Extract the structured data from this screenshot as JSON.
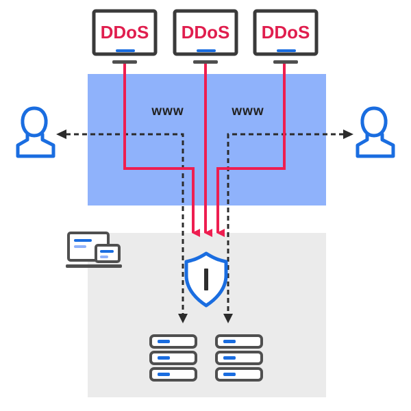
{
  "attackers": [
    {
      "label": "DDoS"
    },
    {
      "label": "DDoS"
    },
    {
      "label": "DDoS"
    }
  ],
  "internet_labels": [
    "www",
    "www"
  ],
  "icons": {
    "attacker_monitor": "monitor-icon",
    "user_left": "user-icon",
    "user_right": "user-icon",
    "devices": "laptop-tablet-icon",
    "shield": "shield-icon",
    "server_stack": "server-stack-icon"
  },
  "colors": {
    "attack": "#ee1e50",
    "attack_text": "#e01e4e",
    "accent_blue": "#1a6de0",
    "internet_zone": "#8fb2fb",
    "protected_zone": "#ebebeb",
    "dark": "#2e2e2e",
    "dashed": "#2b2b2b",
    "icon_gray": "#4f4f4f"
  }
}
